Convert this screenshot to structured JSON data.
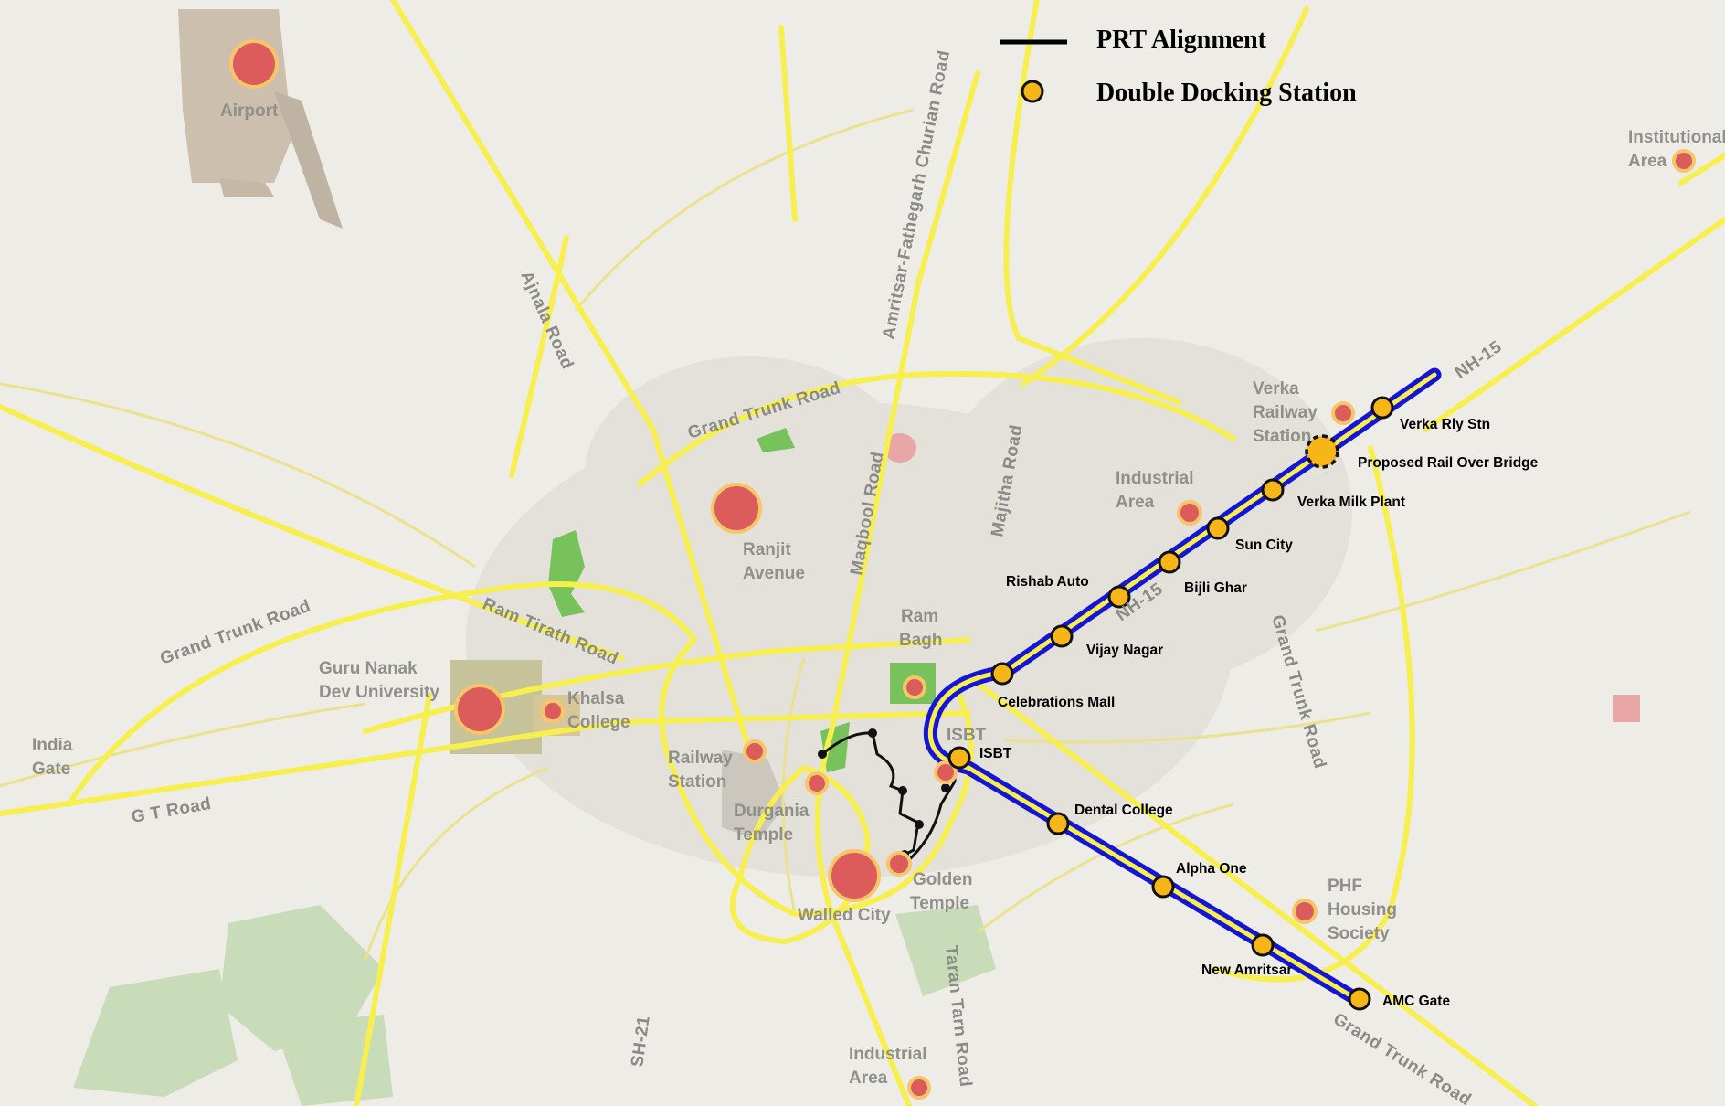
{
  "legend": {
    "line_label": "PRT Alignment",
    "station_label": "Double Docking Station"
  },
  "colors": {
    "background": "#eeece6",
    "major_road": "#f7ef4e",
    "prt_outline": "#1515d8",
    "prt_core": "#f7ef4e",
    "station_fill": "#f6b617",
    "poi_fill": "#dc5b5b",
    "poi_ring": "#f7c56a"
  },
  "roads": {
    "ajnala": "Ajnala Road",
    "fathegarh": "Amritsar-Fathegarh Churian Road",
    "gtr_north": "Grand Trunk Road",
    "gtr_west": "Grand Trunk Road",
    "ram_tirath": "Ram Tirath Road",
    "maqbool": "Maqbool Road",
    "majitha": "Majitha Road",
    "nh15_a": "NH-15",
    "nh15_b": "NH-15",
    "gtr_east": "Grand Trunk Road",
    "gt_road": "G T Road",
    "sh21": "SH-21",
    "taran_tarn": "Taran Tarn Road",
    "gtr_south": "Grand Trunk Road"
  },
  "areas": {
    "airport": "Airport",
    "institutional_1": "Institutional",
    "institutional_2": "Area",
    "verka_1": "Verka",
    "verka_2": "Railway",
    "verka_3": "Station",
    "industrial_1": "Industrial",
    "industrial_2": "Area",
    "ranjit_1": "Ranjit",
    "ranjit_2": "Avenue",
    "rambagh_1": "Ram",
    "rambagh_2": "Bagh",
    "gndu_1": "Guru Nanak",
    "gndu_2": "Dev University",
    "khalsa_1": "Khalsa",
    "khalsa_2": "College",
    "indiagate_1": "India",
    "indiagate_2": "Gate",
    "railway_1": "Railway",
    "railway_2": "Station",
    "durgiana_1": "Durgania",
    "durgiana_2": "Temple",
    "walled": "Walled City",
    "golden_1": "Golden",
    "golden_2": "Temple",
    "isbt": "ISBT",
    "phf_1": "PHF",
    "phf_2": "Housing",
    "phf_3": "Society",
    "indsouth_1": "Industrial",
    "indsouth_2": "Area"
  },
  "stations": {
    "verka_rly": "Verka Rly Stn",
    "rob": "Proposed Rail Over Bridge",
    "verka_milk": "Verka Milk Plant",
    "sun_city": "Sun City",
    "bijli_ghar": "Bijli Ghar",
    "rishab_auto": "Rishab Auto",
    "vijay_nagar": "Vijay Nagar",
    "celebrations": "Celebrations Mall",
    "isbt": "ISBT",
    "dental": "Dental College",
    "alpha": "Alpha One",
    "new_amritsar": "New Amritsar",
    "amc_gate": "AMC Gate"
  }
}
